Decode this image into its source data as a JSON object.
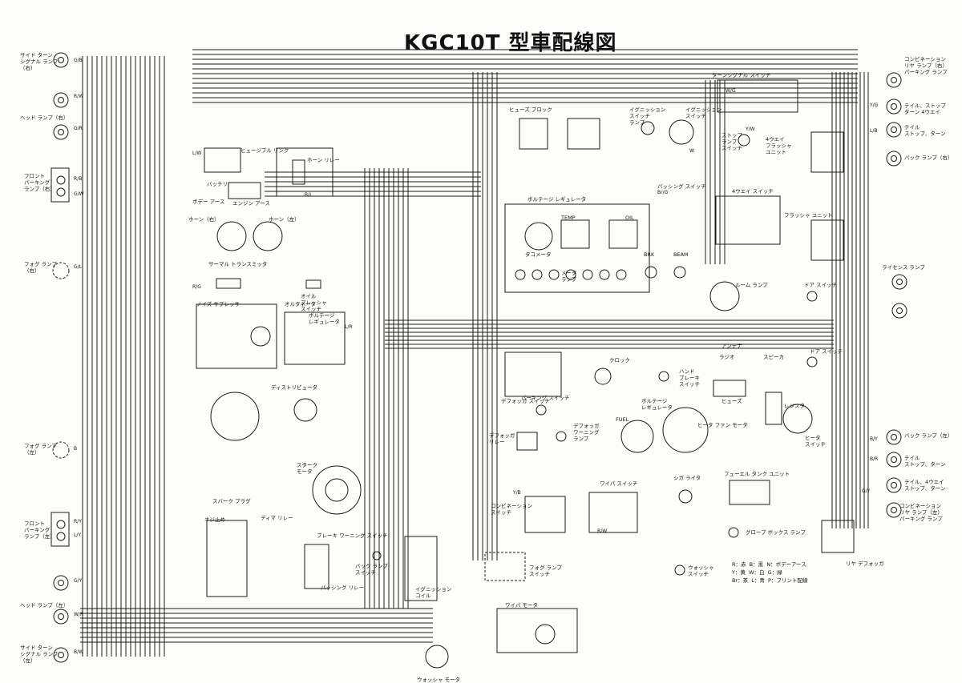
{
  "title": "KGC10T 型車配線図",
  "legend": {
    "line1": "R：赤  B：黒  N：ボデーアース",
    "line2": "Y：黄  W：白  G：緑",
    "line3": "Br：茶  L：青  P：プリント配線"
  },
  "components": [
    {
      "id": "side-turn-lamp-right",
      "text": "サイド ターン\nシグナル ランプ\n（右）"
    },
    {
      "id": "headlamp-right",
      "text": "ヘッド ランプ（右）"
    },
    {
      "id": "front-parking-lamp-right",
      "text": "フロント\nパーキング\nランプ（右）"
    },
    {
      "id": "fog-lamp-right",
      "text": "フォグ ランプ\n（右）"
    },
    {
      "id": "fog-lamp-left",
      "text": "フォグ ランプ\n（左）"
    },
    {
      "id": "front-parking-lamp-left",
      "text": "フロント\nパーキング\nランプ（左）"
    },
    {
      "id": "headlamp-left",
      "text": "ヘッド ランプ（左）"
    },
    {
      "id": "side-turn-lamp-left",
      "text": "サイド ターン\nシグナル ランプ\n（左）"
    },
    {
      "id": "fusible-link",
      "text": "ヒュージブル リンク"
    },
    {
      "id": "horn-relay",
      "text": "ホーン リレー"
    },
    {
      "id": "battery",
      "text": "バッテリ"
    },
    {
      "id": "body-earth",
      "text": "ボデー アース"
    },
    {
      "id": "engine-earth",
      "text": "エンジン アース"
    },
    {
      "id": "horn-right",
      "text": "ホーン（右）"
    },
    {
      "id": "horn-left",
      "text": "ホーン（左）"
    },
    {
      "id": "thermal-transmitter",
      "text": "サーマル トランスミッタ"
    },
    {
      "id": "noise-suppressor",
      "text": "ノイズ サプレッサ"
    },
    {
      "id": "oil-pressure-switch",
      "text": "オイル\nプレッシャ\nスイッチ"
    },
    {
      "id": "alternator",
      "text": "オルタネータ"
    },
    {
      "id": "voltage-regulator",
      "text": "ボルテージ\nレギュレータ"
    },
    {
      "id": "distributor",
      "text": "ディストリビュータ"
    },
    {
      "id": "spark-plug",
      "text": "スパーク プラグ"
    },
    {
      "id": "starter-motor",
      "text": "スターク\nモータ"
    },
    {
      "id": "neutral-switch",
      "text": "ネジ止め"
    },
    {
      "id": "dimmer-relay",
      "text": "ディマ リレー"
    },
    {
      "id": "brake-warning-switch",
      "text": "ブレーキ ワーニング スイッチ"
    },
    {
      "id": "back-lamp-switch",
      "text": "バック ランプ\nスイッチ"
    },
    {
      "id": "passing-relay",
      "text": "パッシング リレー"
    },
    {
      "id": "ignition-coil",
      "text": "イグニッション\nコイル"
    },
    {
      "id": "washer-motor",
      "text": "ウォッシャ モータ"
    },
    {
      "id": "fuse-block",
      "text": "ヒューズ ブロック"
    },
    {
      "id": "ignition-switch-lamp",
      "text": "イグニッション\nスイッチ\nランプ"
    },
    {
      "id": "ignition-switch",
      "text": "イグニッション\nスイッチ"
    },
    {
      "id": "voltage-regulator-meter",
      "text": "ボルテージ レギュレータ"
    },
    {
      "id": "temp-gauge",
      "text": "TEMP"
    },
    {
      "id": "oil-lamp",
      "text": "OIL"
    },
    {
      "id": "tachometer",
      "text": "タコメータ"
    },
    {
      "id": "illumination-lamp",
      "text": "メータ\nランプ"
    },
    {
      "id": "brk-lamp",
      "text": "BRK"
    },
    {
      "id": "beam-lamp",
      "text": "BEAM"
    },
    {
      "id": "passing-switch",
      "text": "パッシング スイッチ"
    },
    {
      "id": "turn-signal-switch",
      "text": "ターンシグナル スイッチ"
    },
    {
      "id": "stop-lamp-switch",
      "text": "ストップ\nランプ\nスイッチ"
    },
    {
      "id": "hazard-flasher",
      "text": "4ウエイ\nフラッシャ\nユニット"
    },
    {
      "id": "hazard-switch",
      "text": "4ウエイ スイッチ"
    },
    {
      "id": "flasher-unit",
      "text": "フラッシャ ユニット"
    },
    {
      "id": "room-lamp",
      "text": "ルーム ランプ"
    },
    {
      "id": "door-switch-1",
      "text": "ドア スイッチ"
    },
    {
      "id": "door-switch-2",
      "text": "ドア スイッチ"
    },
    {
      "id": "clock",
      "text": "クロック"
    },
    {
      "id": "parking-switch",
      "text": "パーキング スイッチ"
    },
    {
      "id": "defogger-switch",
      "text": "デフォッガ スイッチ"
    },
    {
      "id": "defogger-relay",
      "text": "デフォッガ\nリレー"
    },
    {
      "id": "defogger-warning-lamp",
      "text": "デフォッガ\nワーニング\nランプ"
    },
    {
      "id": "handbrake-switch",
      "text": "ハンド\nブレーキ\nスイッチ"
    },
    {
      "id": "voltage-regulator-2",
      "text": "ボルテージ\nレギュレータ"
    },
    {
      "id": "fuel-gauge",
      "text": "FUEL"
    },
    {
      "id": "heater-fan-motor",
      "text": "ヒータ ファン モータ"
    },
    {
      "id": "antenna",
      "text": "アンテナ"
    },
    {
      "id": "radio",
      "text": "ラジオ"
    },
    {
      "id": "speaker",
      "text": "スピーカ"
    },
    {
      "id": "fuse",
      "text": "ヒューズ"
    },
    {
      "id": "resistor",
      "text": "レジスタ"
    },
    {
      "id": "heater-switch",
      "text": "ヒータ\nスイッチ"
    },
    {
      "id": "combination-switch",
      "text": "コンビネーション\nスイッチ"
    },
    {
      "id": "wiper-switch",
      "text": "ワイパ スイッチ"
    },
    {
      "id": "cigar-lighter",
      "text": "シガ ライタ"
    },
    {
      "id": "fuel-tank-unit",
      "text": "フューエル タンク ユニット"
    },
    {
      "id": "glove-box-lamp",
      "text": "グローブ ボックス ランプ"
    },
    {
      "id": "washer-switch",
      "text": "ウォッシャ\nスイッチ"
    },
    {
      "id": "fog-lamp-switch",
      "text": "フォグ ランプ\nスイッチ"
    },
    {
      "id": "wiper-motor",
      "text": "ワイパ モータ"
    },
    {
      "id": "rear-defogger",
      "text": "リヤ デフォッガ"
    },
    {
      "id": "rear-combination-lamp-right",
      "text": "コンビネーション\nリヤ ランプ（右）\nパーキング ランプ"
    },
    {
      "id": "tail-stop-turn-right",
      "text": "テイル、ストップ\nターン 4ウエイ"
    },
    {
      "id": "tail-stop-right",
      "text": "テイル\nストップ、ターン"
    },
    {
      "id": "back-lamp-right",
      "text": "バック ランプ（右）"
    },
    {
      "id": "license-lamp",
      "text": "ライセンス ランプ"
    },
    {
      "id": "back-lamp-left",
      "text": "バック ランプ（左）"
    },
    {
      "id": "tail-stop-turn-left",
      "text": "テイル\nストップ、ターン"
    },
    {
      "id": "tail-4way-left",
      "text": "テイル、4ウエイ\nストップ、ターン"
    },
    {
      "id": "rear-combination-lamp-left",
      "text": "コンビネーション\nリヤ ランプ（左）\nパーキング ランプ"
    }
  ],
  "wire_codes": [
    "G/B",
    "R/W",
    "G/R",
    "R/B",
    "G/W",
    "G/L",
    "B",
    "R/Y",
    "L/Y",
    "G/Y",
    "W/R",
    "B/W",
    "L/W",
    "R/L",
    "R/G",
    "L/R",
    "Br/G",
    "W/G",
    "Y/W",
    "Y/G",
    "L/B",
    "B/Y",
    "B/R",
    "G/Y",
    "Y/B",
    "R/W",
    "W"
  ],
  "colors": {
    "ink": "#1a1a1a",
    "paper": "#fdfdfb"
  }
}
